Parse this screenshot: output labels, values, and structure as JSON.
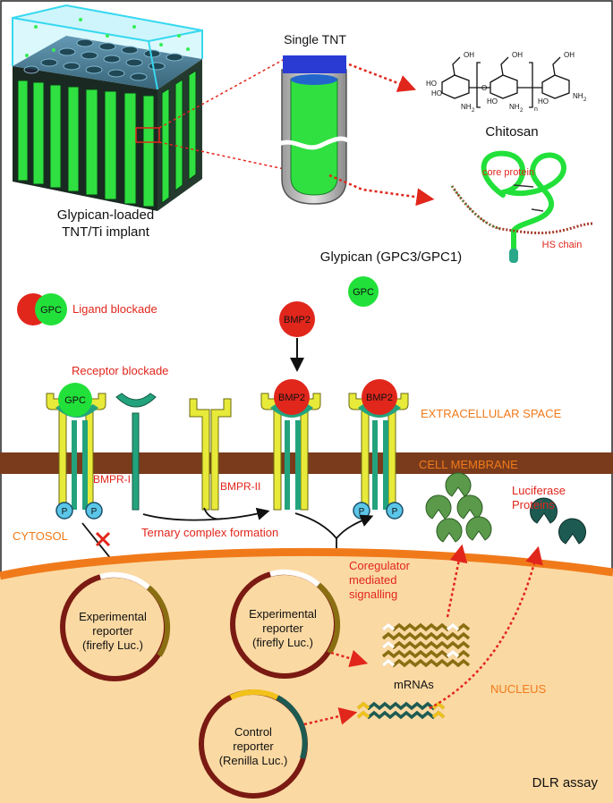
{
  "implant": {
    "caption_line1": "Glypican-loaded",
    "caption_line2": "TNT/Ti implant"
  },
  "tnt": {
    "title": "Single TNT"
  },
  "chitosan": {
    "label": "Chitosan",
    "atoms": {
      "ho_left": "HO",
      "ho_left2": "HO",
      "ho_mid": "HO",
      "ho_right": "HO",
      "oh_top1": "OH",
      "oh_top2": "OH",
      "oh_top3": "OH",
      "nh2_1": "NH",
      "nh2_2": "NH",
      "nh2_3": "NH",
      "sub2": "2",
      "o": "O",
      "n": "n"
    }
  },
  "glypican": {
    "label": "Glypican (GPC3/GPC1)",
    "core_protein": "core protein",
    "hs_chain": "HS chain",
    "gpc_ball": "GPC"
  },
  "legend": {
    "ligand_blockade": "Ligand blockade",
    "gpc": "GPC"
  },
  "membrane": {
    "receptor_blockade": "Receptor blockade",
    "gpc_on_receptor": "GPC",
    "bmp2_free": "BMP2",
    "bmp2_bound1": "BMP2",
    "bmp2_bound2": "BMP2",
    "extracellular": "EXTRACELLULAR SPACE",
    "cell_membrane": "CELL MEMBRANE",
    "bmpr1": "BMPR-I",
    "bmpr2": "BMPR-II",
    "cytosol": "CYTOSOL",
    "ternary": "Ternary complex formation",
    "phospho": "P",
    "luciferase_line1": "Luciferase",
    "luciferase_line2": "Proteins",
    "coreg_line1": "Coregulator",
    "coreg_line2": "mediated",
    "coreg_line3": "signalling",
    "nucleus": "NUCLEUS",
    "mrnas": "mRNAs",
    "dlr": "DLR assay"
  },
  "plasmids": {
    "exp1_line1": "Experimental",
    "exp1_line2": "reporter",
    "exp1_line3": "(firefly Luc.)",
    "exp2_line1": "Experimental",
    "exp2_line2": "reporter",
    "exp2_line3": "(firefly Luc.)",
    "ctrl_line1": "Control",
    "ctrl_line2": "reporter",
    "ctrl_line3": "(Renilla Luc.)"
  },
  "colors": {
    "green": "#22e03a",
    "red": "#e1261c",
    "orange": "#f07a1a",
    "membrane": "#7a3b1c",
    "nucleus": "#fbd9a3",
    "plasmid": "#7a1a12",
    "olive": "#8a6e12",
    "teal": "#1d5b52",
    "receptor_yellow": "#e8ea3a",
    "receptor_teal": "#23a37d",
    "p_blue": "#5bc6e8"
  }
}
